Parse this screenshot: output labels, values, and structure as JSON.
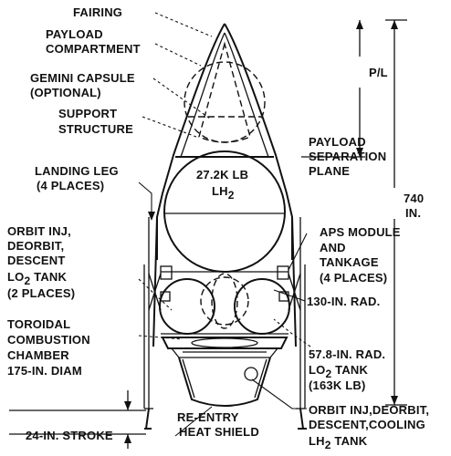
{
  "labels": {
    "fairing": "FAIRING",
    "payload_compartment_l1": "PAYLOAD",
    "payload_compartment_l2": "COMPARTMENT",
    "gemini_l1": "GEMINI CAPSULE",
    "gemini_l2": "(OPTIONAL)",
    "support_l1": "SUPPORT",
    "support_l2": "STRUCTURE",
    "landing_l1": "LANDING LEG",
    "landing_l2": "(4 PLACES)",
    "orbit_lo2_l1": "ORBIT INJ,",
    "orbit_lo2_l2": "DEORBIT,",
    "orbit_lo2_l3": "DESCENT",
    "orbit_lo2_l4": "LO",
    "orbit_lo2_l4_sub": "2",
    "orbit_lo2_l4_rest": " TANK",
    "orbit_lo2_l5": "(2 PLACES)",
    "toroidal_l1": "TOROIDAL",
    "toroidal_l2": "COMBUSTION",
    "toroidal_l3": "CHAMBER",
    "toroidal_l4": "175-IN. DIAM",
    "stroke": "24-IN. STROKE",
    "reentry_l1": "RE-ENTRY",
    "reentry_l2": "HEAT SHIELD",
    "lh2_amount": "27.2K LB",
    "lh2_name": "LH",
    "lh2_sub": "2",
    "pl": "P/L",
    "sep_l1": "PAYLOAD",
    "sep_l2": "SEPARATION",
    "sep_l3": "PLANE",
    "height_val": "740",
    "height_unit": "IN.",
    "aps_l1": "APS MODULE",
    "aps_l2": "AND",
    "aps_l3": "TANKAGE",
    "aps_l4": "(4 PLACES)",
    "rad130": "130-IN. RAD.",
    "rad57": "57.8-IN. RAD.",
    "lo2tank_l1": "LO",
    "lo2tank_l1_sub": "2",
    "lo2tank_l1_rest": " TANK",
    "lo2tank_l2": "(163K LB)",
    "orbit_lh2_l1": "ORBIT INJ,DEORBIT,",
    "orbit_lh2_l2": "DESCENT,COOLING",
    "orbit_lh2_l3": "LH",
    "orbit_lh2_l3_sub": "2",
    "orbit_lh2_l3_rest": " TANK"
  }
}
